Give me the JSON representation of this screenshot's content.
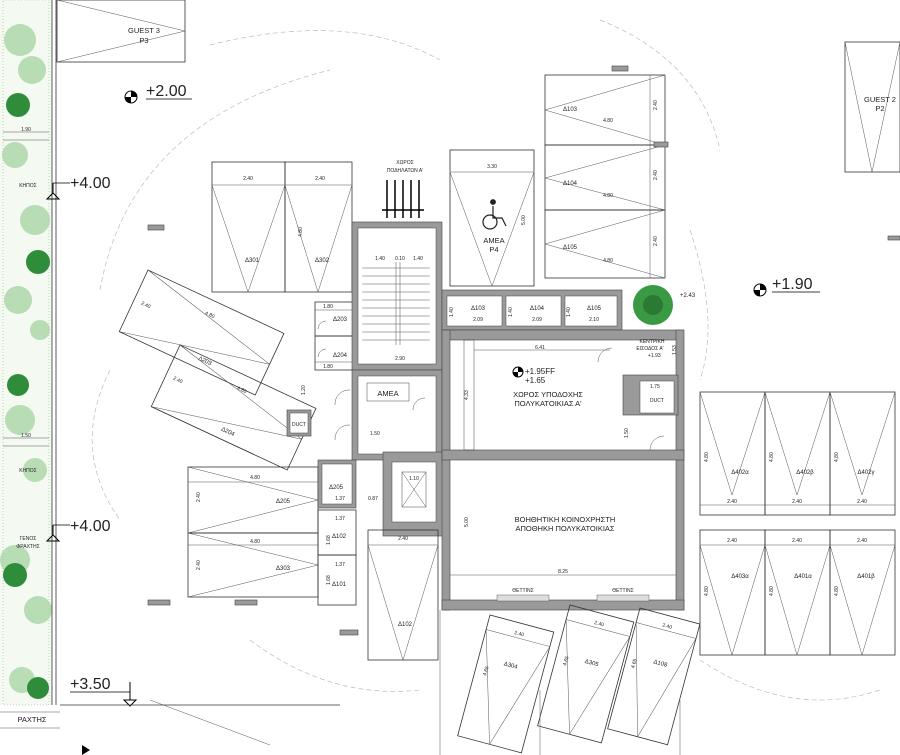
{
  "levels": {
    "l1": "+2.00",
    "l2": "+4.00",
    "l3": "+4.00",
    "l4": "+3.50",
    "l5": "+1.90",
    "l6": "+2.43",
    "l7": "+1.95FF",
    "l8": "+1.65",
    "l9": "+1.93"
  },
  "guests": {
    "g3_name": "GUEST 3",
    "g3_code": "P3",
    "g2_name": "GUEST 2",
    "g2_code": "P2"
  },
  "garden": {
    "label1": "ΚΗΠΟΣ",
    "label2": "ΚΗΠΟΣ",
    "fence1": "ΓΕΝΟΣ",
    "fence2": "ΦΡΑΧΤΗΣ",
    "fence_bottom": "ΡΑΧΤΗΣ",
    "dim1": "1.90",
    "dim2": "1.50"
  },
  "spaces": {
    "d301": "Δ301",
    "d302": "Δ302",
    "d203": "Δ203",
    "d204": "Δ204",
    "d205": "Δ205",
    "d303": "Δ303",
    "d103": "Δ103",
    "d104": "Δ104",
    "d105": "Δ105",
    "d102": "Δ102",
    "d304": "Δ304",
    "d305": "Δ305",
    "d108": "Δ108",
    "d402a": "Δ402α",
    "d402b": "Δ402β",
    "d402c": "Δ402γ",
    "d403a": "Δ403α",
    "d401a": "Δ401α",
    "d401b": "Δ401β",
    "p4": "P4",
    "amea": "ΑΜΕΑ"
  },
  "storage": {
    "s203": "Δ203",
    "s204": "Δ204",
    "s205": "Δ205",
    "s102": "Δ102",
    "s101": "Δ101",
    "s103": "Δ103",
    "s104": "Δ104",
    "s105": "Δ105"
  },
  "rooms": {
    "bike_1": "ΧΩΡΟΣ",
    "bike_2": "ΠΟΔΗΛΑΤΩΝ Α'",
    "reception_1": "ΧΩΡΟΣ ΥΠΟΔΟΧΗΣ",
    "reception_2": "ΠΟΛΥΚΑΤΟΙΚΙΑΣ Α'",
    "storage_1": "ΒΟΗΘΗΤΙΚΗ ΚΟΙΝΟΧΡΗΣΤΗ",
    "storage_2": "ΑΠΟΘΗΚΗ ΠΟΛΥΚΑΤΟΙΚΙΑΣ",
    "entrance_1": "ΚΕΝΤΡΙΚΗ",
    "entrance_2": "ΕΙΣΟΔΟΣ Α'",
    "amea_wc": "ΑΜΕΑ",
    "duct1": "DUCT",
    "duct2": "DUCT",
    "seat1": "ΘΕΤΤΙΝΣ",
    "seat2": "ΘΕΤΤΙΝΣ"
  },
  "dims": {
    "d240": "2.40",
    "d480": "4.80",
    "d330": "3.30",
    "d500": "5.00",
    "d180": "1.80",
    "d290": "2.90",
    "d641": "6.41",
    "d433": "4.33",
    "d150": "1.50",
    "d140": "1.40",
    "d010": "0.10",
    "d209": "2.09",
    "d210": "2.10",
    "d825": "8.25",
    "d137": "1.37",
    "d087": "0.87",
    "d110": "1.10",
    "d175": "1.75",
    "d120": "1.20",
    "d168": "1.68",
    "d153": "1.53",
    "d465": "4.65"
  }
}
